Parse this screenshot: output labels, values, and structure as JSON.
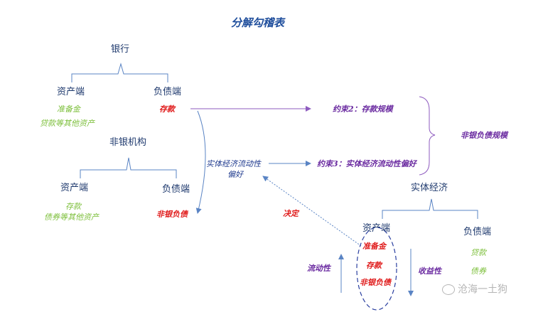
{
  "title": "分解勾稽表",
  "bank": {
    "label": "银行",
    "assets": {
      "label": "资产端",
      "items": [
        "准备金",
        "贷款等其他资产"
      ]
    },
    "liabilities": {
      "label": "负债端",
      "items": [
        "存款"
      ]
    }
  },
  "nonbank": {
    "label": "非银机构",
    "assets": {
      "label": "资产端",
      "items": [
        "存款",
        "债券等其他资产"
      ]
    },
    "liabilities": {
      "label": "负债端",
      "items": [
        "非银负债"
      ]
    }
  },
  "preference": {
    "line1": "实体经济流动性",
    "line2": "偏好"
  },
  "constraints": {
    "c2": "约束2：存款规模",
    "c3": "约束3：实体经济流动性偏好",
    "result": "非银负债规模"
  },
  "real_economy": {
    "label": "实体经济",
    "assets": {
      "label": "资产端",
      "items": [
        "准备金",
        "存款",
        "非银负债"
      ]
    },
    "liabilities": {
      "label": "负债端",
      "items": [
        "贷款",
        "债券"
      ]
    }
  },
  "arrows": {
    "decide": "决定",
    "liquidity": "流动性",
    "yield": "收益性"
  },
  "watermark": "沧海一土狗",
  "colors": {
    "blue": "#5a84c4",
    "purple": "#8e5bbf",
    "red": "#e01b1b",
    "green": "#7cbf3a"
  }
}
